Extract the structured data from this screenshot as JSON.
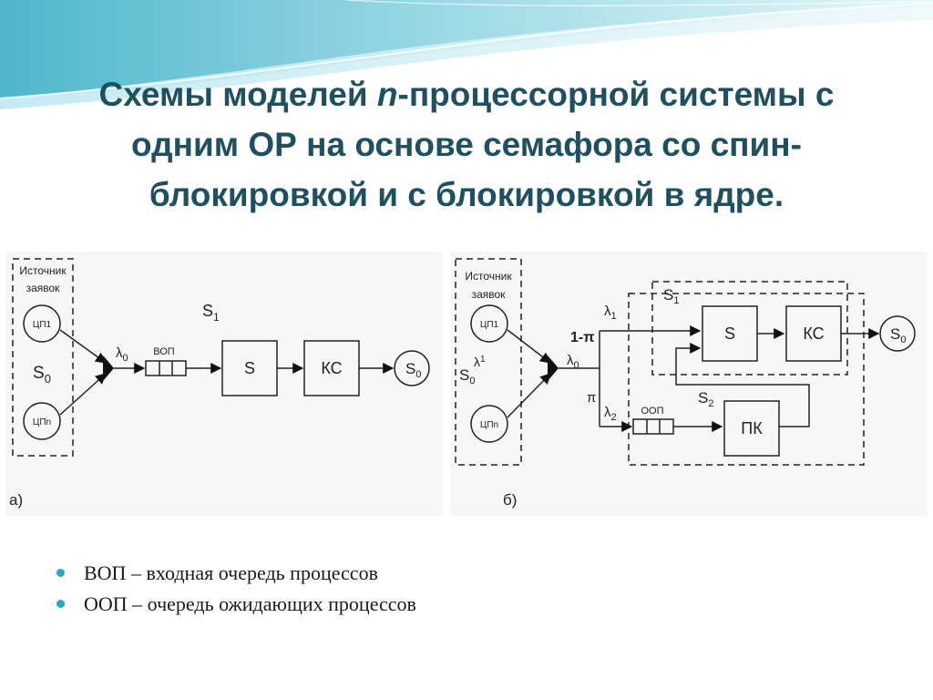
{
  "title": {
    "part1": "Схемы моделей ",
    "italic": "n",
    "part2": "-процессорной системы с",
    "line2": "одним ОР на основе семафора со спин-",
    "line3": "блокировкой и с блокировкой в ядре."
  },
  "diagram_a": {
    "source_label_1": "Источник",
    "source_label_2": "заявок",
    "cpu1": "ЦП1",
    "cpun": "ЦПn",
    "s0": "S",
    "s0_sub": "0",
    "lambda": "λ",
    "lambda_sub": "0",
    "queue_label": "ВОП",
    "s_box": "S",
    "kc_box": "КС",
    "s1": "S",
    "s1_sub": "1",
    "sink": "S",
    "sink_sub": "0",
    "caption": "а)"
  },
  "diagram_b": {
    "source_label_1": "Источник",
    "source_label_2": "заявок",
    "cpu1": "ЦП1",
    "cpun": "ЦПn",
    "s0": "S",
    "s0_sub": "0",
    "lambda_src": "λ",
    "lambda_src_sub": "1",
    "lambda0": "λ",
    "lambda0_sub": "0",
    "one_minus_pi": "1-π",
    "pi": "π",
    "lambda1": "λ",
    "lambda1_sub": "1",
    "lambda2": "λ",
    "lambda2_sub": "2",
    "s1": "S",
    "s1_sub": "1",
    "s2": "S",
    "s2_sub": "2",
    "s_box": "S",
    "kc_box": "КС",
    "queue_label": "ООП",
    "pk_box": "ПК",
    "sink": "S",
    "sink_sub": "0",
    "caption": "б)"
  },
  "bullets": [
    "ВОП – входная очередь процессов",
    "ООП – очередь ожидающих процессов"
  ],
  "colors": {
    "title": "#1f5062",
    "bullet": "#2aa7c2",
    "wave_light": "#d9f0f5",
    "wave_mid": "#7ccbdb",
    "wave_dark": "#2a9fb8"
  }
}
